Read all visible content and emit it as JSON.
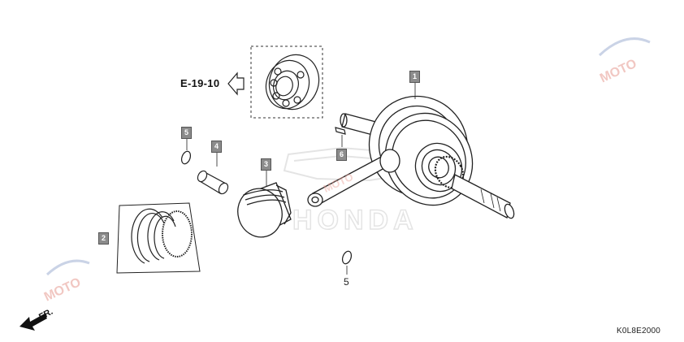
{
  "reference": {
    "arrow_label": "E-19-10"
  },
  "callouts": [
    {
      "id": "callout-1",
      "label": "1"
    },
    {
      "id": "callout-2",
      "label": "2"
    },
    {
      "id": "callout-3",
      "label": "3"
    },
    {
      "id": "callout-4",
      "label": "4"
    },
    {
      "id": "callout-5",
      "label": "5"
    },
    {
      "id": "callout-6",
      "label": "6"
    }
  ],
  "plain_labels": {
    "lower_oring": "5"
  },
  "front_indicator": {
    "label": "FR."
  },
  "diagram_code": "K0L8E2000",
  "watermarks": {
    "moto_logo_text": "MOTO",
    "honda_text": "HONDA"
  },
  "colors": {
    "line": "#222222",
    "callout_fill": "#8c8c8c",
    "watermark": "#cfcfcf",
    "accent_red": "#e04a3a"
  },
  "icons": {
    "reference_arrow": "hollow-left-arrow-icon",
    "front_arrow": "front-arrow-icon"
  }
}
